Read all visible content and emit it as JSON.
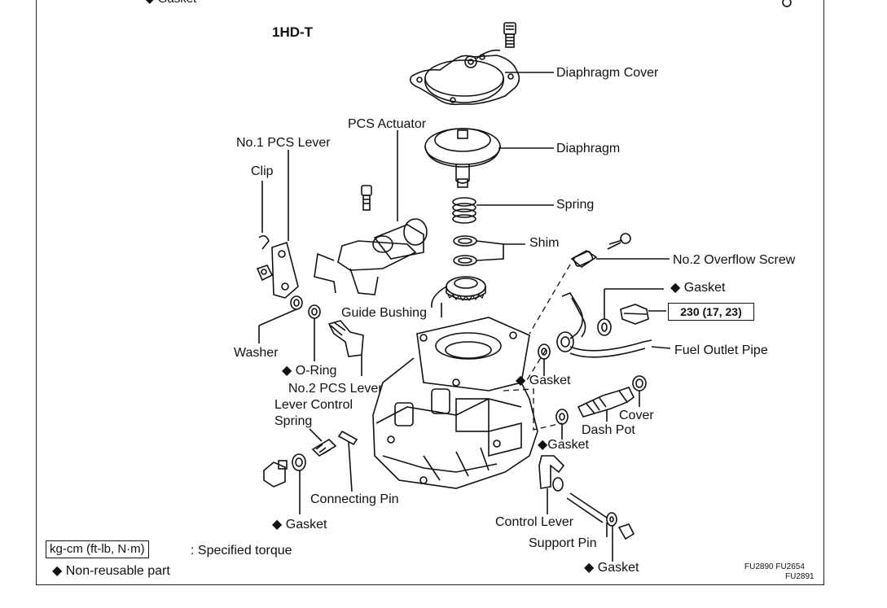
{
  "header": {
    "top_partial": "◆ Gasket",
    "model": "1HD-T"
  },
  "labels": {
    "diaphragm_cover": "Diaphragm Cover",
    "pcs_actuator": "PCS Actuator",
    "no1_pcs_lever": "No.1 PCS Lever",
    "diaphragm": "Diaphragm",
    "clip": "Clip",
    "spring": "Spring",
    "shim": "Shim",
    "no2_overflow_screw": "No.2 Overflow Screw",
    "gasket_top": "◆ Gasket",
    "guide_bushing": "Guide Bushing",
    "fuel_outlet_pipe": "Fuel Outlet Pipe",
    "washer": "Washer",
    "o_ring": "◆ O-Ring",
    "no2_pcs_lever": "No.2 PCS Lever",
    "gasket_mid_left": "◆ Gasket",
    "lever_control_spring_1": "Lever Control",
    "lever_control_spring_2": "Spring",
    "cover": "Cover",
    "dash_pot": "Dash Pot",
    "gasket_mid_right": "◆Gasket",
    "connecting_pin": "Connecting Pin",
    "gasket_bottom_left": "◆ Gasket",
    "control_lever": "Control Lever",
    "support_pin": "Support Pin",
    "gasket_bottom_right": "◆ Gasket"
  },
  "torque_spec": "230 (17, 23)",
  "legend": {
    "torque_box": "kg-cm (ft-lb, N·m)",
    "torque_text": ":  Specified torque",
    "nonreusable": "◆   Non-reusable part"
  },
  "figure_codes": {
    "line1": "FU2890  FU2654",
    "line2": "FU2891"
  }
}
